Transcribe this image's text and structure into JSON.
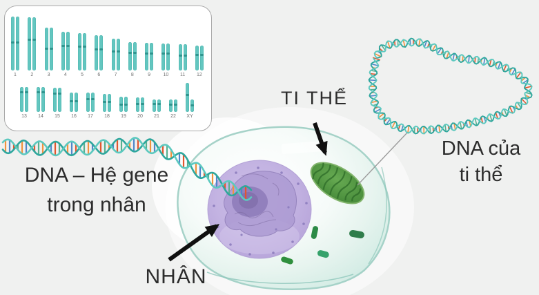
{
  "labels": {
    "nuclear_dna_line1": "DNA – Hệ gene",
    "nuclear_dna_line2": "trong nhân",
    "nucleus": "NHÂN",
    "mitochondrion": "TI THỂ",
    "mito_dna_line1": "DNA của",
    "mito_dna_line2": "ti thể"
  },
  "karyotype": {
    "chromosome_color": "#63c6c0",
    "chromatid_edge": "#4fb5ae",
    "band_color": "#2f948e",
    "row1": [
      {
        "label": "1",
        "h": [
          78,
          78
        ],
        "c": 0.46
      },
      {
        "label": "2",
        "h": [
          77,
          77
        ],
        "c": 0.4
      },
      {
        "label": "3",
        "h": [
          62,
          62
        ],
        "c": 0.47
      },
      {
        "label": "4",
        "h": [
          56,
          56
        ],
        "c": 0.34
      },
      {
        "label": "5",
        "h": [
          54,
          54
        ],
        "c": 0.33
      },
      {
        "label": "6",
        "h": [
          51,
          51
        ],
        "c": 0.38
      },
      {
        "label": "7",
        "h": [
          46,
          46
        ],
        "c": 0.36
      },
      {
        "label": "8",
        "h": [
          41,
          41
        ],
        "c": 0.34
      },
      {
        "label": "9",
        "h": [
          40,
          40
        ],
        "c": 0.35
      },
      {
        "label": "10",
        "h": [
          39,
          39
        ],
        "c": 0.33
      },
      {
        "label": "11",
        "h": [
          38,
          38
        ],
        "c": 0.4
      },
      {
        "label": "12",
        "h": [
          36,
          36
        ],
        "c": 0.32
      }
    ],
    "row2": [
      {
        "label": "13",
        "h": [
          36,
          36
        ],
        "c": 0.17
      },
      {
        "label": "14",
        "h": [
          36,
          36
        ],
        "c": 0.17
      },
      {
        "label": "15",
        "h": [
          35,
          35
        ],
        "c": 0.19
      },
      {
        "label": "16",
        "h": [
          28,
          28
        ],
        "c": 0.4
      },
      {
        "label": "17",
        "h": [
          28,
          28
        ],
        "c": 0.3
      },
      {
        "label": "18",
        "h": [
          26,
          26
        ],
        "c": 0.38
      },
      {
        "label": "19",
        "h": [
          22,
          22
        ],
        "c": 0.45
      },
      {
        "label": "20",
        "h": [
          21,
          21
        ],
        "c": 0.38
      },
      {
        "label": "21",
        "h": [
          18,
          18
        ],
        "c": 0.3
      },
      {
        "label": "22",
        "h": [
          18,
          18
        ],
        "c": 0.32
      },
      {
        "label": "XY",
        "h": [
          42,
          18
        ],
        "c": 0.38
      }
    ]
  },
  "colors": {
    "background": "#f0f1f0",
    "text": "#2c2c2c",
    "arrow": "#101010",
    "connector": "#9b9b9b",
    "cell_rim": "#a5d2c8",
    "strand_light": "#5cc9bf",
    "strand_dark": "#2ea79d",
    "rung_palette": [
      "#f0923e",
      "#4f86c9",
      "#e2562e",
      "#58b08f"
    ],
    "loop_ring": "#eec28c",
    "mito_green": "#4f9340",
    "nucleus_purple": "#c3b3e2"
  }
}
